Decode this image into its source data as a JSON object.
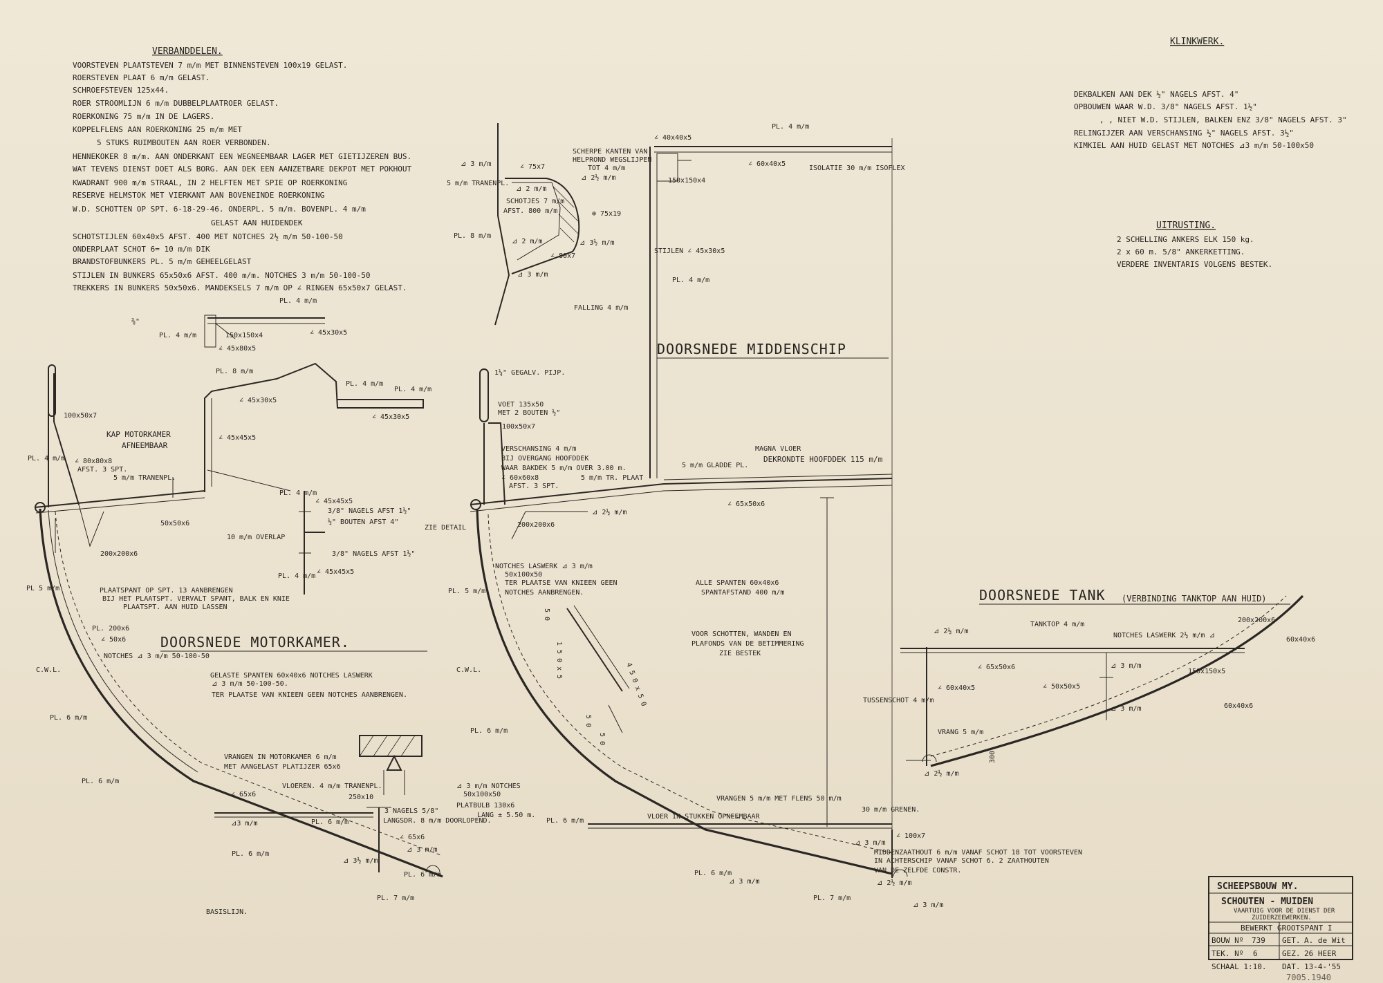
{
  "verbanddelen": {
    "title": "VERBANDDELEN.",
    "lines": [
      "VOORSTEVEN  PLAATSTEVEN 7 m/m  MET BINNENSTEVEN 100x19 GELAST.",
      "ROERSTEVEN  PLAAT 6 m/m GELAST.",
      "SCHROEFSTEVEN  125x44.",
      "ROER STROOMLIJN 6 m/m  DUBBELPLAATROER GELAST.",
      "ROERKONING 75 m/m IN DE LAGERS.",
      "KOPPELFLENS AAN ROERKONING 25 m/m MET",
      "5 STUKS RUIMBOUTEN AAN ROER VERBONDEN.",
      "HENNEKOKER 8 m/m. AAN ONDERKANT EEN WEGNEEMBAAR LAGER MET GIETIJZEREN BUS.",
      "WAT TEVENS DIENST DOET ALS BORG.  AAN DEK EEN AANZETBARE DEKPOT MET POKHOUT",
      "KWADRANT 900 m/m STRAAL, IN 2 HELFTEN MET SPIE OP ROERKONING",
      "RESERVE HELMSTOK MET VIERKANT AAN BOVENEINDE ROERKONING",
      "W.D. SCHOTTEN OP SPT. 6-18-29-46. ONDERPL. 5 m/m. BOVENPL. 4 m/m",
      "GELAST AAN HUIDENDEK",
      "SCHOTSTIJLEN 60x40x5 AFST. 400 MET NOTCHES 2½ m/m 50-100-50",
      "ONDERPLAAT SCHOT 6= 10 m/m DIK",
      "BRANDSTOFBUNKERS PL. 5 m/m GEHEELGELAST",
      "STIJLEN IN BUNKERS 65x50x6 AFST. 400 m/m. NOTCHES 3 m/m 50-100-50",
      "TREKKERS IN BUNKERS 50x50x6. MANDEKSELS 7 m/m OP ∠ RINGEN 65x50x7 GELAST."
    ]
  },
  "klinkwerk": {
    "title": "KLINKWERK.",
    "lines": [
      "DEKBALKEN AAN DEK ½\" NAGELS AFST. 4\"",
      "OPBOUWEN WAAR W.D. 3/8\" NAGELS AFST. 1½\"",
      ",     , NIET W.D. STIJLEN, BALKEN ENZ 3/8\" NAGELS AFST. 3\"",
      "RELINGIJZER AAN VERSCHANSING ½\" NAGELS AFST. 3½\"",
      "KIMKIEL AAN HUID GELAST MET NOTCHES ⊿3 m/m 50-100x50"
    ]
  },
  "uitrusting": {
    "title": "UITRUSTING.",
    "lines": [
      "2 SCHELLING ANKERS ELK   150 kg.",
      "2 x 60 m. 5/8\" ANKERKETTING.",
      "VERDERE INVENTARIS VOLGENS BESTEK."
    ]
  },
  "titles": {
    "midship": "DOORSNEDE MIDDENSCHIP",
    "engine": "DOORSNEDE MOTORKAMER.",
    "tank": "DOORSNEDE TANK",
    "tank_sub": "(VERBINDING TANKTOP AAN HUID)"
  },
  "engine_labels": {
    "kap": "KAP MOTORKAMER",
    "afneembaar": "AFNEEMBAAR",
    "l80": "∠ 80x80x8",
    "afst3": "AFST. 3 SPT.",
    "tranenpl": "5 m/m TRANENPL.",
    "pl4a": "PL. 4 m/m",
    "p100": "100x50x7",
    "pl5": "PL 5 m/m",
    "b50": "50x50x6",
    "b200": "200x200x6",
    "pl8": "PL. 8 m/m",
    "l45a": "∠ 45x30x5",
    "l45b": "∠ 45x45x5",
    "pl4b": "PL. 4 m/m",
    "pl4c": "PL. 4 m/m",
    "l45c": "∠ 45x30x5",
    "plaatspant1": "PLAATSPANT OP SPT. 13 AANBRENGEN",
    "plaatspant2": "BIJ HET PLAATSPT. VERVALT SPANT, BALK EN KNIE",
    "plaatspant3": "PLAATSPT. AAN HUID LASSEN",
    "p200": "PL. 200x6",
    "p40": "∠ 50x6",
    "notches": "NOTCHES ⊿ 3 m/m  50-100-50",
    "cwl": "C.W.L.",
    "pl6a": "PL. 6 m/m",
    "pl6b": "PL. 6 m/m",
    "gelaste1": "GELASTE  SPANTEN   60x40x6   NOTCHES  LASWERK",
    "gelaste2": "⊿ 3 m/m    50-100-50.",
    "gelaste3": "TER PLAATSE VAN KNIEEN GEEN NOTCHES AANBRENGEN.",
    "vrangen1": "VRANGEN IN MOTORKAMER 6 m/m",
    "vrangen2": "MET AANGELAST PLATIJZER 65x6",
    "vloeren": "VLOEREN. 4 m/m TRANENPL.",
    "l65": "∠ 65x6",
    "d3a": "⊿3 m/m",
    "pl6c": "PL. 6 m/m",
    "pl6d": "PL. 6 m/m",
    "r250": "250x10",
    "nagels": "3 NAGELS 5/8\"",
    "langsdr": "LANGSDR. 8 m/m DOORLOPEND.",
    "l65b": "∠ 65x6",
    "d3b": "⊿ 3 m/m",
    "d3c": "⊿ 3½ m/m",
    "pl6e": "PL. 6 m/m",
    "pl7": "PL. 7 m/m",
    "basislijn": "BASISLIJN.",
    "top_pl4": "PL. 4 m/m",
    "top_l150": "150x150x4",
    "top_l45": "∠ 45x80x5",
    "top_l45b": "∠ 45x30x5",
    "top_34": "⅜\"",
    "top_pl4b": "PL. 4 m/m"
  },
  "detail_labels": {
    "pl4": "PL. 4 m/m",
    "l45": "∠ 45x45x5",
    "nagel1": "3/8\" NAGELS AFST 1½\"",
    "bout": "½\" BOUTEN AFST 4\"",
    "overlap": "10 m/m OVERLAP",
    "nagel2": "3/8\" NAGELS AFST 1½\"",
    "pl4b": "PL. 4 m/m",
    "l45b": "∠ 45x45x5"
  },
  "bulwark_labels": {
    "d3": "⊿ 3 m/m",
    "tranen": "5 m/m TRANENPL.",
    "f75": "∠ 75x7",
    "d27": "⊿ 2 m/m",
    "scherpe1": "SCHERPE KANTEN VAN",
    "scherpe2": "HELPROND WEGSLIJPEN",
    "scherpe3": "TOT 4 m/m",
    "d2": "⊿ 2½ m/m",
    "schotjes1": "SCHOTJES 7 m/m",
    "schotjes2": "AFST. 800 m/m",
    "r75": "⊕ 75x19",
    "pl8": "PL. 8 m/m",
    "d2b": "⊿ 2 m/m",
    "d3c": "⊿ 3½ m/m",
    "f80": "∠ 80x7",
    "d3m": "⊿ 3 m/m"
  },
  "midship_labels": {
    "l40": "∠ 40x40x5",
    "pl4": "PL. 4 m/m",
    "l60": "∠ 60x40x5",
    "isolatie": "ISOLATIE 30 m/m ISOFLEX",
    "b150": "150x150x4",
    "stijlen": "STIJLEN ∠ 45x30x5",
    "pl4b": "PL. 4 m/m",
    "falling": "FALLING 4 m/m",
    "gegalv": "1¼\" GEGALV. PIJP.",
    "voet1": "VOET 135x50",
    "voet2": "MET 2 BOUTEN ½\"",
    "p100": "100x50x7",
    "versch1": "VERSCHANSING 4 m/m",
    "versch2": "BIJ OVERGANG HOOFDDEK",
    "versch3": "WAAR BAKDEK 5 m/m OVER 3.00 m.",
    "l60b": "∠ 60x60x8",
    "afst3": "AFST. 3 SPT.",
    "trplaat": "5 m/m TR. PLAAT",
    "gladde": "5 m/m GLADDE PL.",
    "magna": "MAGNA VLOER",
    "dekronde": "DEKRONDTE  HOOFDDEK  115 m/m",
    "d2": "⊿ 2½ m/m",
    "l65": "∠ 65x50x6",
    "detail": "ZIE DETAIL",
    "b200": "200x200x6",
    "pl5": "PL. 5 m/m",
    "notches1": "NOTCHES LASWERK ⊿ 3 m/m",
    "notches2": "50x100x50",
    "notches3": "TER PLAATSE VAN KNIEEN GEEN",
    "notches4": "NOTCHES AANBRENGEN.",
    "alle1": "ALLE SPANTEN  60x40x6",
    "alle2": "SPANTAFSTAND  400 m/m",
    "voor1": "VOOR SCHOTTEN, WANDEN EN",
    "voor2": "PLAFONDS VAN DE BETIMMERING",
    "voor3": "ZIE BESTEK",
    "cwl": "C.W.L.",
    "pl6": "PL. 6 m/m",
    "kim1": "5 0",
    "kim2": "1 5 0 x 5",
    "kim3": "5 0",
    "kim4": "4 5 0 x 5 0",
    "kim5": "5 0",
    "d3notch": "⊿ 3 m/m NOTCHES",
    "d3notch2": "50x100x50",
    "platbulb": "PLATBULB 130x6",
    "lang": "LANG ± 5.50 m.",
    "pl6b": "PL. 6 m/m",
    "vrangen": "VRANGEN 5 m/m MET FLENS 50 m/m",
    "vloer": "VLOER IN STUKKEN OPNEEMBAAR",
    "grenen": "30 m/m GRENEN.",
    "l100": "∠ 100x7",
    "d3": "⊿ 3 m/m",
    "midden1": "MIDDENZAATHOUT 6 m/m VANAF SCHOT 18 TOT VOORSTEVEN",
    "midden2": "IN ACHTERSCHIP VANAF SCHOT 6.  2 ZAATHOUTEN",
    "midden3": "VAN DE ZELFDE CONSTR.",
    "d2b": "⊿ 2½ m/m",
    "pl6c": "PL. 6 m/m",
    "d3b": "⊿ 3 m/m",
    "pl7": "PL. 7 m/m",
    "d3c": "⊿ 3 m/m"
  },
  "tank_labels": {
    "d2": "⊿ 2½ m/m",
    "tanktop": "TANKTOP 4 m/m",
    "notches": "NOTCHES LASWERK 2½ m/m ⊿",
    "b200": "200x200x6",
    "b60": "60x40x6",
    "l65": "∠ 65x50x6",
    "d3": "⊿ 3 m/m",
    "l60": "∠ 60x40x5",
    "l50": "∠ 50x50x5",
    "b150": "150x150x5",
    "tussenschot": "TUSSENSCHOT 4 m/m",
    "d3b": "⊿ 3 m/m",
    "vrang": "VRANG 5 m/m",
    "b60b": "60x40x6",
    "d2b": "⊿ 2½ m/m",
    "h300": "300"
  },
  "titleblock": {
    "line1": "SCHEEPSBOUW MY.",
    "line2": "SCHOUTEN - MUIDEN",
    "line3": "VAARTUIG VOOR DE DIENST DER",
    "line4": "ZUIDERZEEWERKEN.",
    "line5": "BEWERKT GROOTSPANT  I",
    "bouw_label": "BOUW Nº",
    "bouw_value": "739",
    "tek_label": "TEK. Nº",
    "tek_value": "6",
    "schaal": "SCHAAL 1:10.",
    "get_label": "GET.",
    "get_value": "A. de Wit",
    "gez_label": "GEZ.",
    "gez_value": "26 HEER",
    "dat_label": "DAT.",
    "dat_value": "13-4-'55",
    "pencil": "7005.1940"
  }
}
